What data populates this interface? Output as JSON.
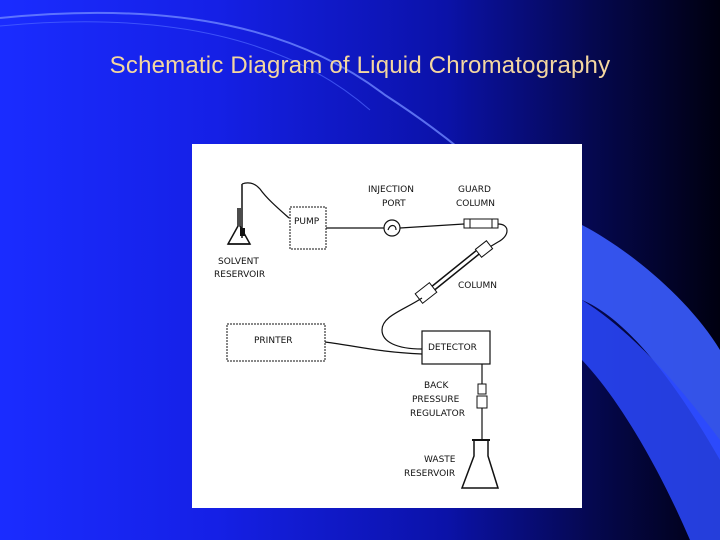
{
  "slide": {
    "title": "Schematic Diagram of Liquid Chromatography",
    "colors": {
      "title": "#f4d7a0",
      "background_left": "#1a2cff",
      "background_right": "#000010",
      "panel": "#ffffff"
    }
  },
  "diagram": {
    "injection_port_label": [
      "INJECTION",
      "PORT"
    ],
    "guard_column_label": [
      "GUARD",
      "COLUMN"
    ],
    "pump_label": "PUMP",
    "solvent_reservoir_label": [
      "SOLVENT",
      "RESERVOIR"
    ],
    "column_label": "COLUMN",
    "printer_label": "PRINTER",
    "detector_label": "DETECTOR",
    "back_pressure_regulator_label": [
      "BACK",
      "PRESSURE",
      "REGULATOR"
    ],
    "waste_reservoir_label": [
      "WASTE",
      "RESERVOIR"
    ]
  }
}
